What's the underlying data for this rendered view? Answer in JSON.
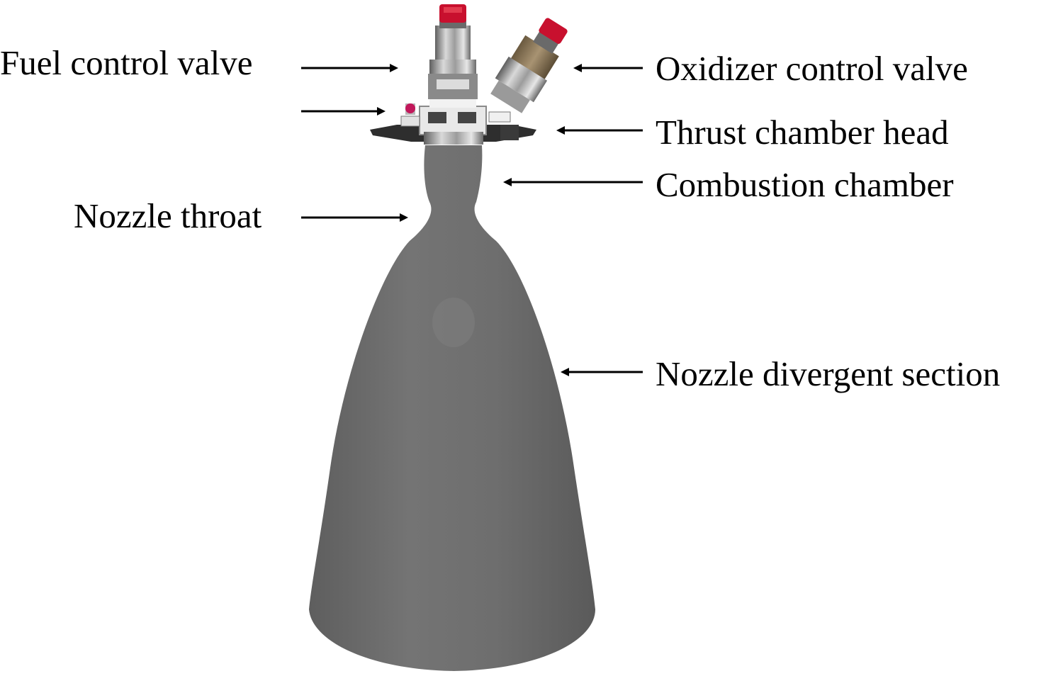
{
  "labels": {
    "fuel_control_valve": "Fuel control valve",
    "oxidizer_control_valve": "Oxidizer control valve",
    "thrust_chamber_head": "Thrust chamber head",
    "combustion_chamber": "Combustion chamber",
    "nozzle_throat": "Nozzle throat",
    "nozzle_divergent_section": "Nozzle divergent section"
  },
  "colors": {
    "background": "#ffffff",
    "text": "#000000",
    "nozzle_body": "#6b6b6b",
    "valve_cap": "#c8102e",
    "valve_metal": "#9a9a9a",
    "flange": "#2b2b2b"
  }
}
